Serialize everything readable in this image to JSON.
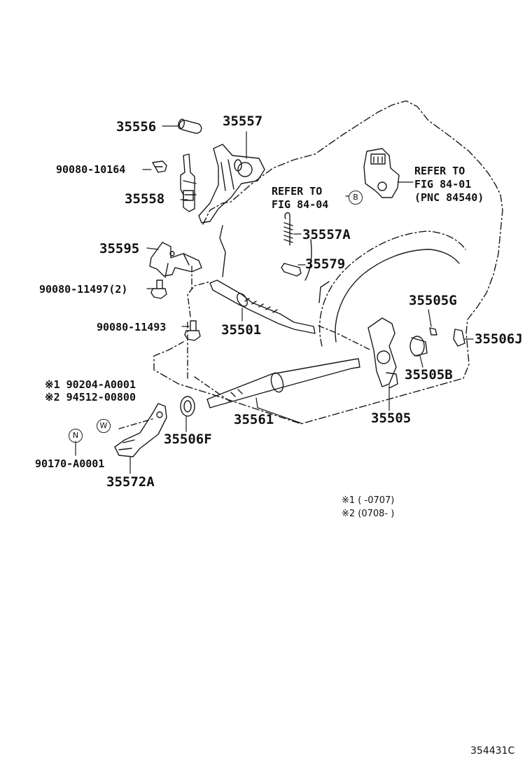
{
  "figure_code": "354431C",
  "parts": {
    "p35556": "35556",
    "p35557": "35557",
    "p90080_10164": "90080-10164",
    "p35558": "35558",
    "p35595": "35595",
    "p90080_11497": "90080-11497(2)",
    "p90080_11493": "90080-11493",
    "p35501": "35501",
    "p35557A": "35557A",
    "p35579": "35579",
    "p35505G": "35505G",
    "p35506J": "35506J",
    "p35505B": "35505B",
    "p35505": "35505",
    "p35561": "35561",
    "p35506F": "35506F",
    "p35572A": "35572A",
    "p90204": "※1 90204-A0001",
    "p94512": "※2 94512-00800",
    "p90170": "90170-A0001"
  },
  "references": {
    "left_line1": "REFER TO",
    "left_line2": "FIG 84-04",
    "right_line1": "REFER TO",
    "right_line2": "FIG 84-01",
    "right_line3": "(PNC 84540)"
  },
  "markers": {
    "b": "B",
    "w": "W",
    "n": "N"
  },
  "notes": {
    "note1": "※1 (      -0707)",
    "note2": "※2 (0708-      )"
  }
}
